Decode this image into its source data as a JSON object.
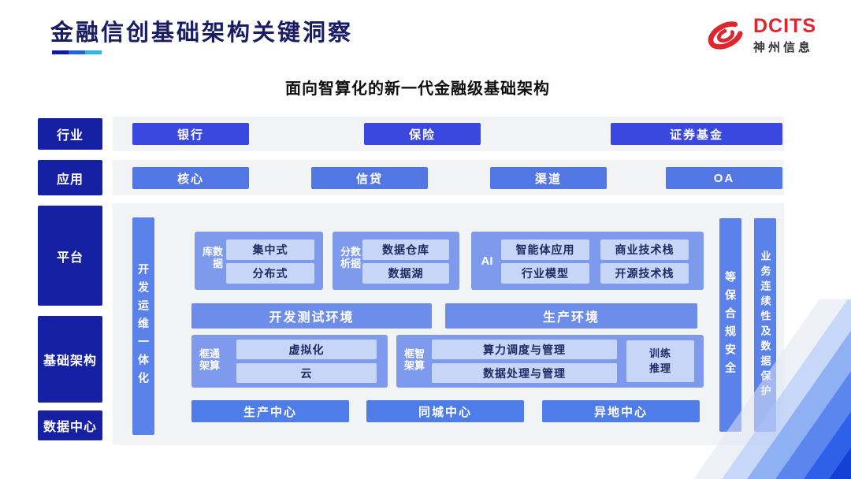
{
  "colors": {
    "title_navy": "#1a1c66",
    "label_dark_blue": "#1520a2",
    "industry_box_blue": "#3a48e0",
    "application_box_blue": "#5277e5",
    "vertical_bar_blue": "#5b81ea",
    "section_blue": "#7e9aec",
    "environment_blue": "#6d8deb",
    "center_blue": "#4e7de9",
    "inner_light_blue": "#c7d5f7",
    "inner_text_navy": "#1f2a63",
    "band_gray": "#f2f3f5",
    "logo_red": "#e0252f",
    "underline_segments": [
      "#0c18ae",
      "#1c64e2",
      "#31b4ee"
    ]
  },
  "header": {
    "title": "金融信创基础架构关键洞察",
    "logo": {
      "brand": "DCITS",
      "company": "神州信息"
    }
  },
  "subtitle": "面向智算化的新一代金融级基础架构",
  "row_labels": {
    "industry": "行业",
    "application": "应用",
    "platform": "平台",
    "infrastructure": "基础架构",
    "datacenter": "数据中心"
  },
  "industry_items": [
    "银行",
    "保险",
    "证券基金"
  ],
  "application_items": [
    "核心",
    "信贷",
    "渠道",
    "OA"
  ],
  "platform": {
    "devops_bar": "开发运维一体化",
    "database": {
      "label": "数据库",
      "items": [
        "集中式",
        "分布式"
      ]
    },
    "analytics": {
      "label": "数据分析",
      "items": [
        "数据仓库",
        "数据湖"
      ]
    },
    "ai": {
      "label": "AI",
      "items": [
        "智能体应用",
        "商业技术栈",
        "行业模型",
        "开源技术栈"
      ]
    },
    "environments": [
      "开发测试环境",
      "生产环境"
    ]
  },
  "infrastructure": {
    "general_framework": {
      "label": "通算框架",
      "items": [
        "虚拟化",
        "云"
      ]
    },
    "intelligent_framework": {
      "label": "智算框架",
      "items": [
        "算力调度与管理",
        "数据处理与管理"
      ],
      "side_box": [
        "训练",
        "推理"
      ]
    }
  },
  "datacenters": [
    "生产中心",
    "同城中心",
    "异地中心"
  ],
  "right_bars": [
    "等保合规安全",
    "业务连续性及数据保护"
  ]
}
